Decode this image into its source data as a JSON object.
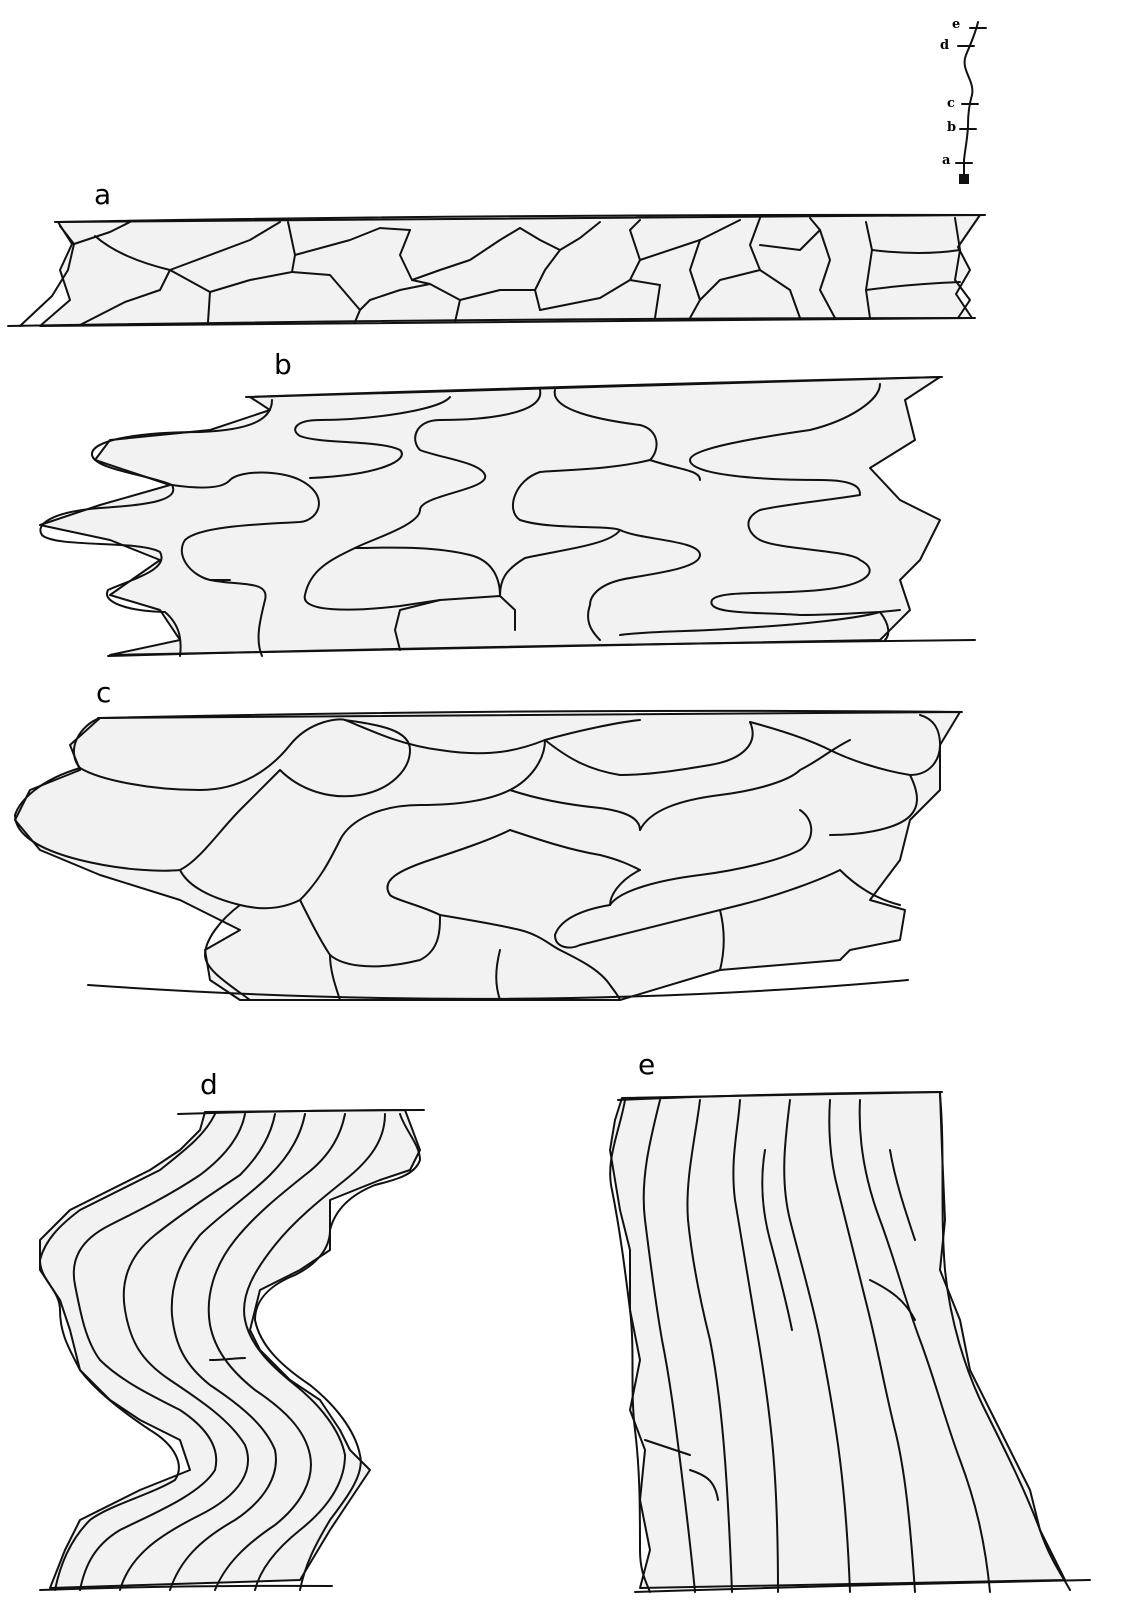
{
  "panels": {
    "a": "a",
    "b": "b",
    "c": "c",
    "d": "d",
    "e": "e"
  },
  "key": {
    "labels": [
      "e",
      "d",
      "c",
      "b",
      "a"
    ]
  }
}
